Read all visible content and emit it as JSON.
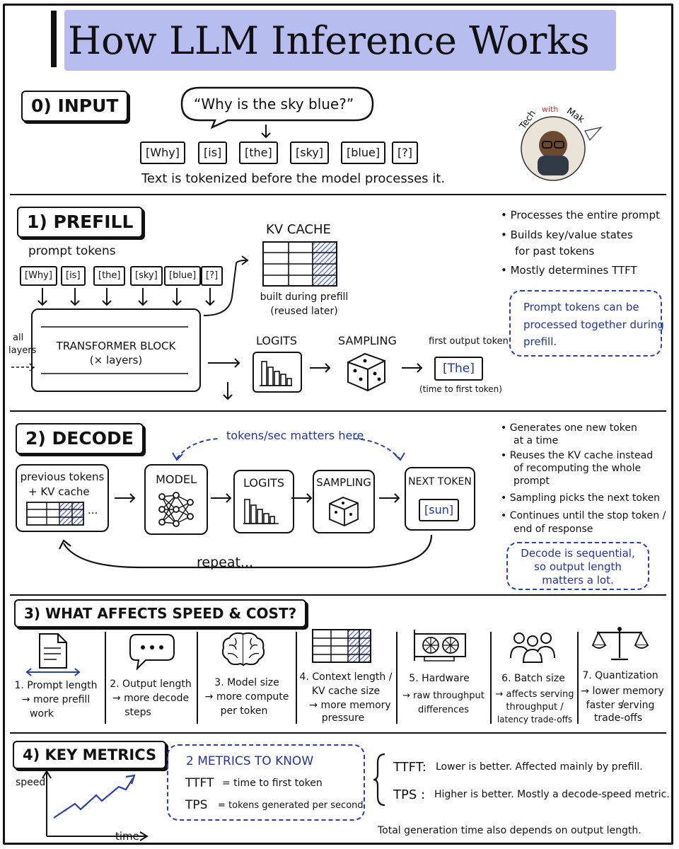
{
  "title": "How LLM Inference Works",
  "brand": {
    "logo_text_1": "Tech",
    "logo_text_2": "with",
    "logo_text_3": "Mak"
  },
  "input": {
    "label": "0) INPUT",
    "prompt": "“Why is the sky blue?”",
    "tokens": [
      "[Why]",
      "[is]",
      "[the]",
      "[sky]",
      "[blue]",
      "[?]"
    ],
    "caption": "Text is tokenized before the model processes it."
  },
  "prefill": {
    "label": "1) PREFILL",
    "prompt_tokens_label": "prompt tokens",
    "tokens": [
      "[Why]",
      "[is]",
      "[the]",
      "[sky]",
      "[blue]",
      "[?]"
    ],
    "all_layers_1": "all",
    "all_layers_2": "layers",
    "transformer_title": "TRANSFORMER BLOCK",
    "transformer_sub": "(× layers)",
    "kv_cache_title": "KV CACHE",
    "kv_caption_1": "built during prefill",
    "kv_caption_2": "(reused later)",
    "logits": "LOGITS",
    "sampling": "SAMPLING",
    "first_output_label": "first output token",
    "first_token": "[The]",
    "first_token_caption": "(time to first token)",
    "bullets": [
      "• Processes the entire prompt",
      "• Builds key/value states",
      "for past tokens",
      "• Mostly determines TTFT"
    ],
    "note": [
      "Prompt tokens can be",
      "processed together during",
      "prefill."
    ]
  },
  "decode": {
    "label": "2) DECODE",
    "tps_note": "tokens/sec matters here",
    "prev_tokens_1": "previous tokens",
    "prev_tokens_2": "+ KV cache",
    "ellipsis": "...",
    "model": "MODEL",
    "logits": "LOGITS",
    "sampling": "SAMPLING",
    "next_token_title": "NEXT TOKEN",
    "next_token": "[sun]",
    "repeat": "repeat...",
    "bullets": [
      "• Generates one new token",
      "at a time",
      "• Reuses the KV cache instead",
      "of recomputing the whole",
      "prompt",
      "• Sampling picks the next token",
      "• Continues until the stop token /",
      "end of response"
    ],
    "note": [
      "Decode is sequential,",
      "so output length",
      "matters a lot."
    ]
  },
  "speed": {
    "label": "3) WHAT AFFECTS SPEED & COST?",
    "items": [
      {
        "title": "1. Prompt length",
        "l2": "→ more prefill",
        "l3": "work",
        "l4": ""
      },
      {
        "title": "2. Output length",
        "l2": "→ more decode",
        "l3": "steps",
        "l4": ""
      },
      {
        "title": "3. Model size",
        "l2": "→ more compute",
        "l3": "per token",
        "l4": ""
      },
      {
        "title": "4. Context length /",
        "l2": "KV cache size",
        "l3": "→ more memory",
        "l4": "pressure"
      },
      {
        "title": "5. Hardware",
        "l2": "→ raw throughput",
        "l3": "differences",
        "l4": ""
      },
      {
        "title": "6. Batch size",
        "l2": "→ affects serving",
        "l3": "throughput /",
        "l4": "latency trade-offs"
      },
      {
        "title": "7. Quantization",
        "l2": "→ lower memory /",
        "l3": "faster serving",
        "l4": "trade-offs"
      }
    ]
  },
  "metrics": {
    "label": "4) KEY METRICS",
    "y_label": "speed",
    "x_label": "time",
    "box_title": "2 METRICS TO KNOW",
    "ttft_key": "TTFT",
    "ttft_def": "= time to first token",
    "tps_key": "TPS",
    "tps_def": "=  tokens generated per second",
    "ttft_note_key": "TTFT:",
    "ttft_note": "Lower is better. Affected mainly by prefill.",
    "tps_note_key": "TPS :",
    "tps_note": "Higher is better. Mostly a decode-speed metric.",
    "footer": "Total generation time also depends on output length."
  },
  "colors": {
    "accent_blue": "#2a3fb5",
    "title_bg": "#b7bdef",
    "hatch_blue": "#4a5fd0"
  }
}
